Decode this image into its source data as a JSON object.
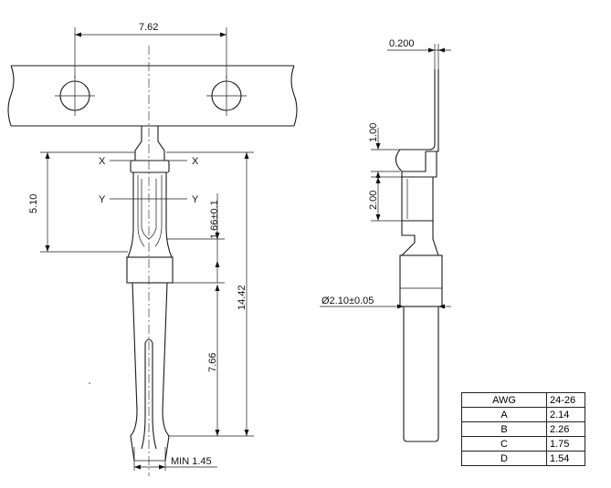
{
  "dimensions": {
    "pitch": "7.62",
    "tab_thickness": "0.200",
    "tab_length": "1.00",
    "slot_length": "2.00",
    "barrel_length": "5.10",
    "sleeve_offset": "1.66±0.1",
    "pin_length": "7.66",
    "total_length": "14.42",
    "min_width": "MIN 1.45",
    "diameter": "Ø2.10±0.05"
  },
  "section_labels": {
    "x_left": "X",
    "x_right": "X",
    "y_left": "Y",
    "y_right": "Y"
  },
  "awg_table": {
    "header": [
      "AWG",
      "24-26"
    ],
    "rows": [
      [
        "A",
        "2.14"
      ],
      [
        "B",
        "2.26"
      ],
      [
        "C",
        "1.75"
      ],
      [
        "D",
        "1.54"
      ]
    ]
  }
}
